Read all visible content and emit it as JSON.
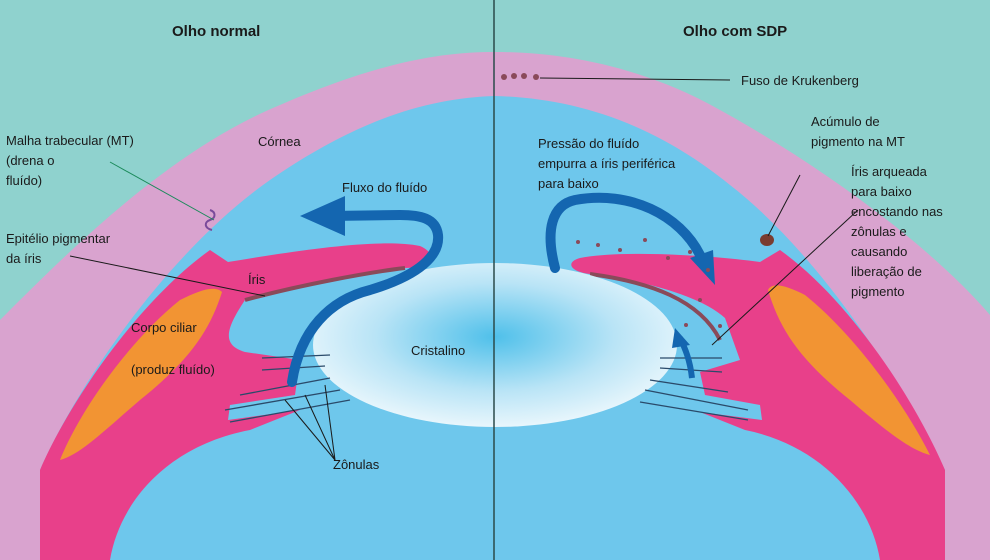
{
  "titles": {
    "left": "Olho normal",
    "right": "Olho com SDP"
  },
  "left_labels": {
    "trabecular": [
      "Malha trabecular (MT)",
      "(drena o",
      "fluído)"
    ],
    "cornea": "Córnea",
    "fluid_flow": "Fluxo do fluído",
    "iris_epithelium": [
      "Epitélio pigmentar",
      "da íris"
    ],
    "iris": "Íris",
    "ciliary_body": "Corpo ciliar",
    "ciliary_note": "(produz fluído)",
    "lens": "Cristalino",
    "zonules": "Zônulas"
  },
  "right_labels": {
    "krukenberg": "Fuso de Krukenberg",
    "pigment_accum": [
      "Acúmulo de",
      "pigmento na MT"
    ],
    "pressure": [
      "Pressão do fluído",
      "empurra a íris periférica",
      "para baixo"
    ],
    "iris_bowed": [
      "Íris arqueada",
      "para baixo",
      "encostando nas",
      "zônulas e",
      "causando",
      "liberação de",
      "pigmento"
    ]
  },
  "colors": {
    "background": "#8fd2ce",
    "sclera": "#d9a3cf",
    "chamber": "#6ec7ec",
    "tissue": "#e8408a",
    "ciliary": "#f29433",
    "arrow": "#1466b0",
    "pigment": "#8a4a5a"
  }
}
